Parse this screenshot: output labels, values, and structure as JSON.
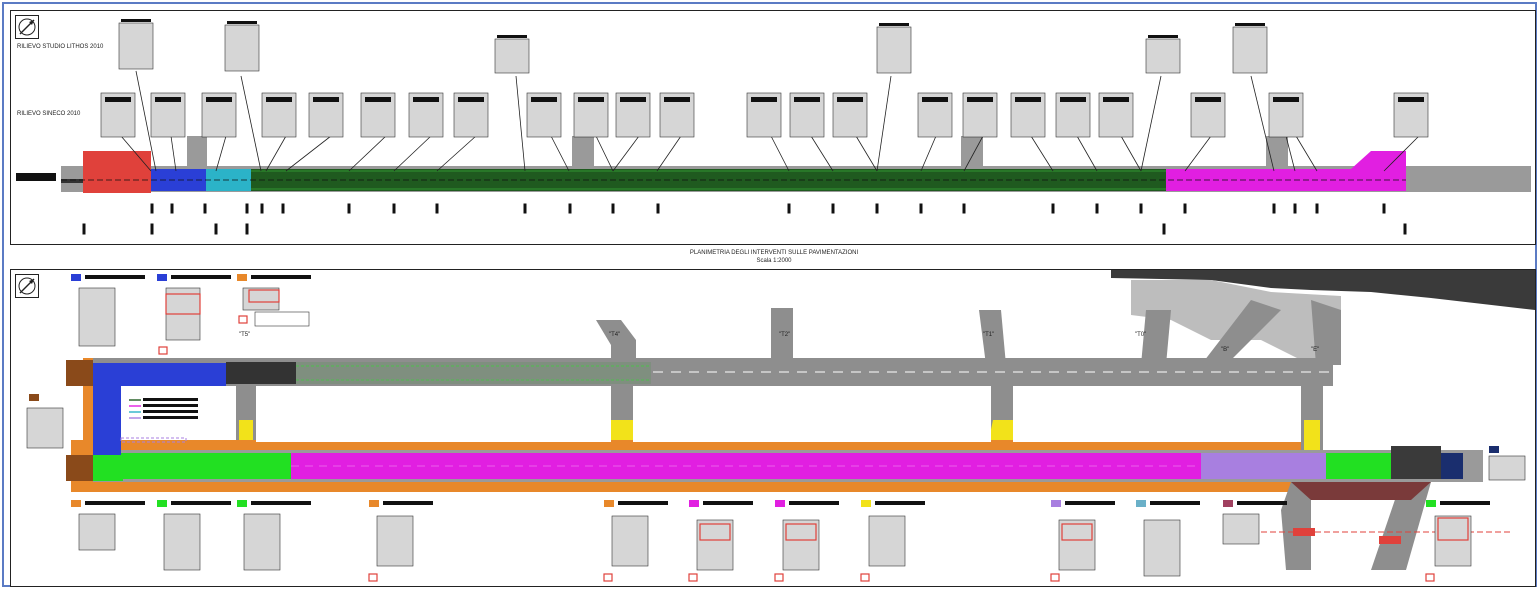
{
  "top_panel": {
    "label_survey_1": "RILIEVO STUDIO LITHOS 2010",
    "label_survey_2": "RILIEVO SINECO 2010"
  },
  "title": {
    "line1": "PLANIMETRIA DEGLI INTERVENTI SULLE PAVIMENTAZIONI",
    "line2": "Scala 1:2000"
  },
  "taxiway_labels": {
    "t5": "\"T5\"",
    "t4": "\"T4\"",
    "t2": "\"T2\"",
    "t1": "\"T1\"",
    "t0": "\"T0\"",
    "b": "\"B\"",
    "e": "\"E\""
  },
  "colors": {
    "frame": "#5b7bc4",
    "runway": "#9a9a9a",
    "red_hatch": "#e0413b",
    "blue": "#2a3fd6",
    "cyan": "#2bb3c8",
    "dark_green": "#1f5a1f",
    "magenta": "#e11fe1",
    "green": "#22e022",
    "yellow": "#f2e21a",
    "orange": "#e8882a",
    "lavender": "#a87fe0",
    "brown": "#8a4a1a",
    "navy": "#1a2e6e"
  }
}
